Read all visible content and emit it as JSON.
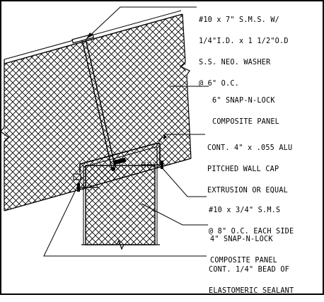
{
  "notes": {
    "fastener_top": {
      "line1": "#10 x 7\" S.M.S. W/",
      "line2": "1/4\"I.D. x 1 1/2\"O.D",
      "line3": "S.S. NEO. WASHER",
      "line4": "@ 6\" O.C."
    },
    "panel_6": {
      "line1": "6\" SNAP-N-LOCK",
      "line2": "COMPOSITE PANEL"
    },
    "wall_cap": {
      "line1": "CONT. 4\" x .055 ALU",
      "line2": "PITCHED WALL CAP",
      "line3": "EXTRUSION OR EQUAL"
    },
    "fastener_side": {
      "line1": "#10 x 3/4\" S.M.S",
      "line2": "@ 8\" O.C. EACH SIDE"
    },
    "panel_4": {
      "line1": "4\" SNAP-N-LOCK",
      "line2": "COMPOSITE PANEL"
    },
    "sealant": {
      "line1": "CONT. 1/4\" BEAD OF",
      "line2": "ELASTOMERIC SEALANT"
    }
  },
  "colors": {
    "line": "#000000",
    "background": "#ffffff"
  }
}
